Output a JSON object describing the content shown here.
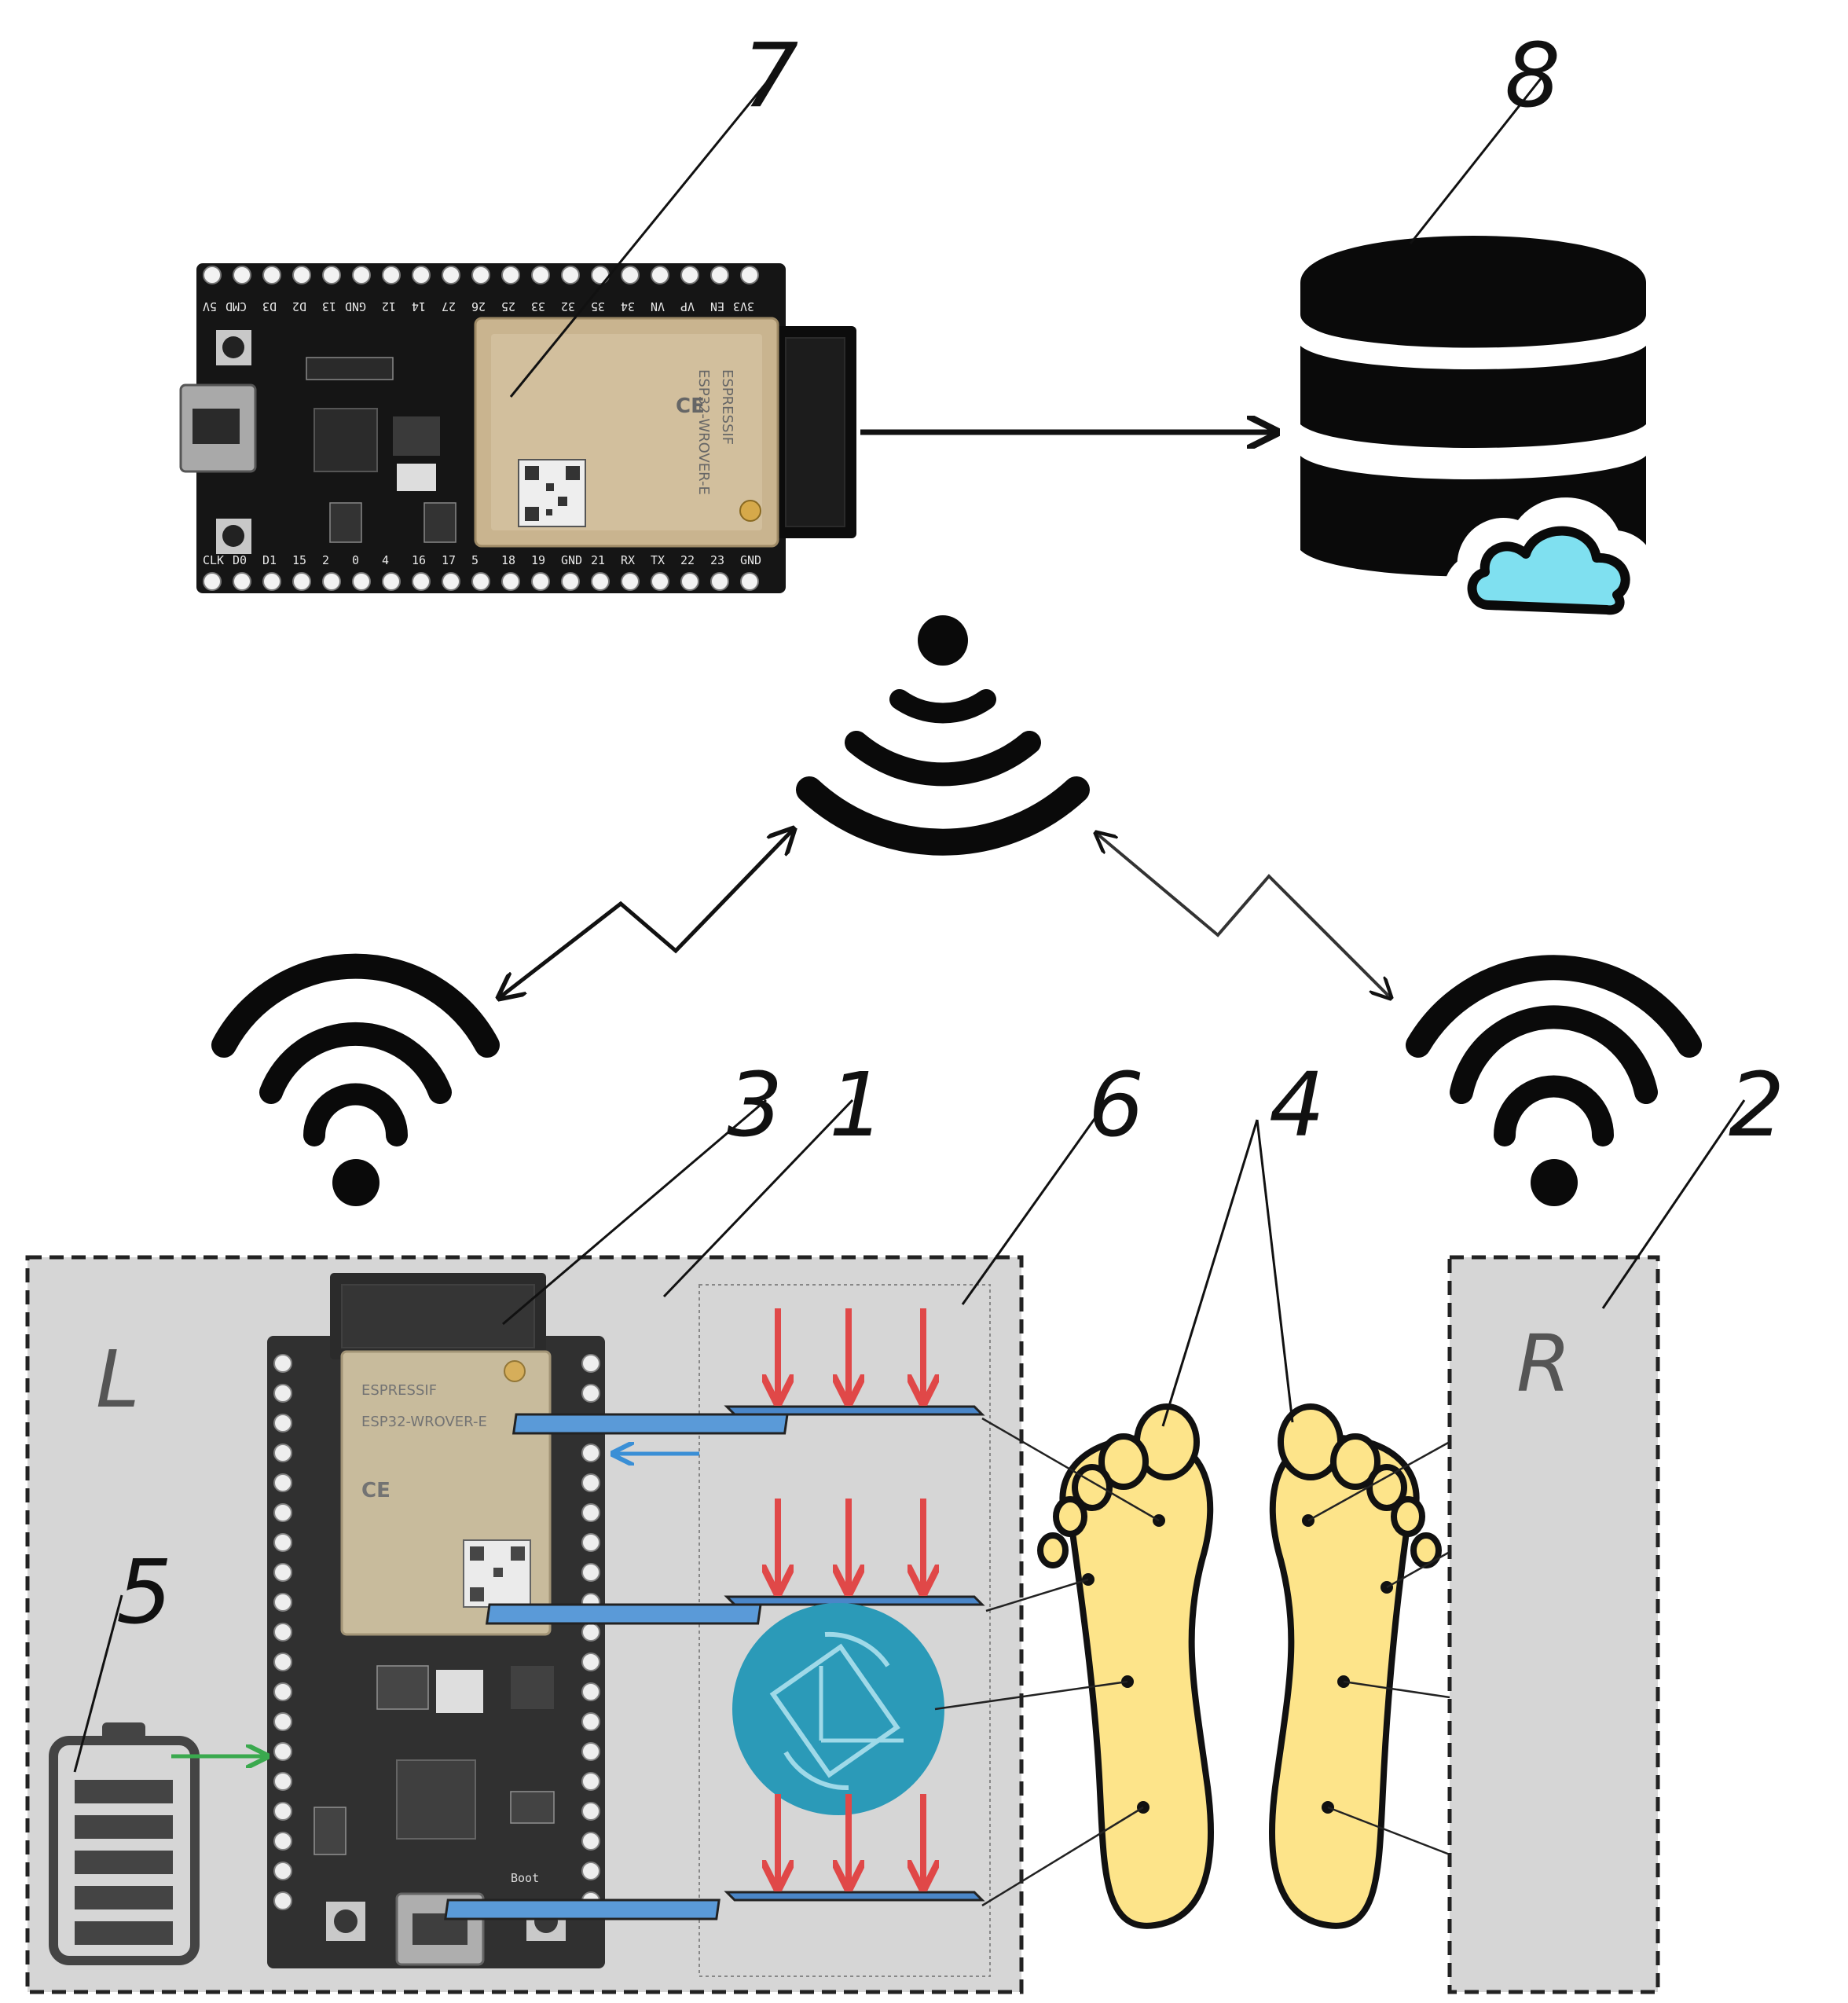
{
  "labels": {
    "main_board": "7",
    "cloud_database": "8",
    "left_insole": "1",
    "right_insole": "2",
    "left_mcu": "3",
    "foot_points": "4",
    "battery": "5",
    "sensors": "6",
    "left_side": "L",
    "right_side": "R"
  },
  "board_top": {
    "pins_top": [
      "3V3",
      "EN",
      "VP",
      "VN",
      "34",
      "35",
      "32",
      "33",
      "25",
      "26",
      "27",
      "14",
      "12",
      "GND",
      "13",
      "D2",
      "D3",
      "CMD",
      "5V"
    ],
    "pins_bottom": [
      "CLK",
      "D0",
      "D1",
      "15",
      "2",
      "0",
      "4",
      "16",
      "17",
      "5",
      "18",
      "19",
      "GND",
      "21",
      "RX",
      "TX",
      "22",
      "23",
      "GND"
    ],
    "module_brand": "ESPRESSIF",
    "module_name": "ESP32-WROVER-E",
    "ce_mark": "CE"
  },
  "board_left": {
    "module_brand": "ESPRESSIF",
    "module_name": "ESP32-WROVER-E",
    "ce_mark": "CE",
    "boot_label": "Boot"
  },
  "colors": {
    "panel_fill": "#d6d6d6",
    "panel_border": "#222222",
    "pressure_arrow": "#e04848",
    "sensor_plate": "#4a86c8",
    "blue_arrow": "#3a8fd6",
    "green_arrow": "#3aa94e",
    "foot_fill": "#fde48a",
    "cloud_fill": "#7fe0f0",
    "gyro_circle": "#2b9ab8"
  }
}
